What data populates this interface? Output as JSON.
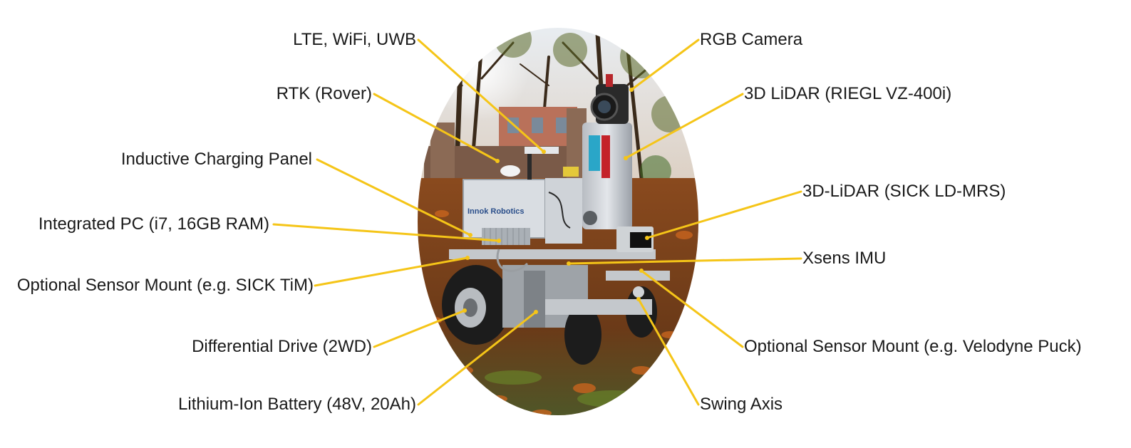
{
  "colors": {
    "leader": "#f5c518",
    "text": "#1a1a1a",
    "background": "#ffffff"
  },
  "labels": {
    "lte_wifi_uwb": "LTE, WiFi, UWB",
    "rtk_rover": "RTK (Rover)",
    "inductive_charging": "Inductive Charging Panel",
    "integrated_pc": "Integrated PC (i7, 16GB RAM)",
    "optional_mount_tim": "Optional Sensor Mount (e.g. SICK TiM)",
    "differential_drive": "Differential Drive (2WD)",
    "battery": "Lithium-Ion Battery (48V, 20Ah)",
    "rgb_camera": "RGB Camera",
    "lidar_riegl": "3D LiDAR (RIEGL VZ-400i)",
    "lidar_sick": "3D-LiDAR (SICK LD-MRS)",
    "xsens_imu": "Xsens IMU",
    "optional_mount_velodyne": "Optional Sensor Mount (e.g. Velodyne Puck)",
    "swing_axis": "Swing Axis"
  },
  "robot_branding": {
    "panel_text": "Innok Robotics"
  }
}
